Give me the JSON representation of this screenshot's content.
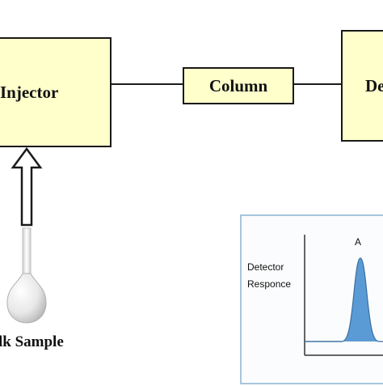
{
  "diagram": {
    "injector_label": "Injector",
    "column_label": "Column",
    "detector_label": "De",
    "sample_label": "lk Sample"
  },
  "inset": {
    "ylabel_line1": "Detector",
    "ylabel_line2": "Responce",
    "peak_label": "A",
    "peak_color": "#5b9bd5"
  }
}
